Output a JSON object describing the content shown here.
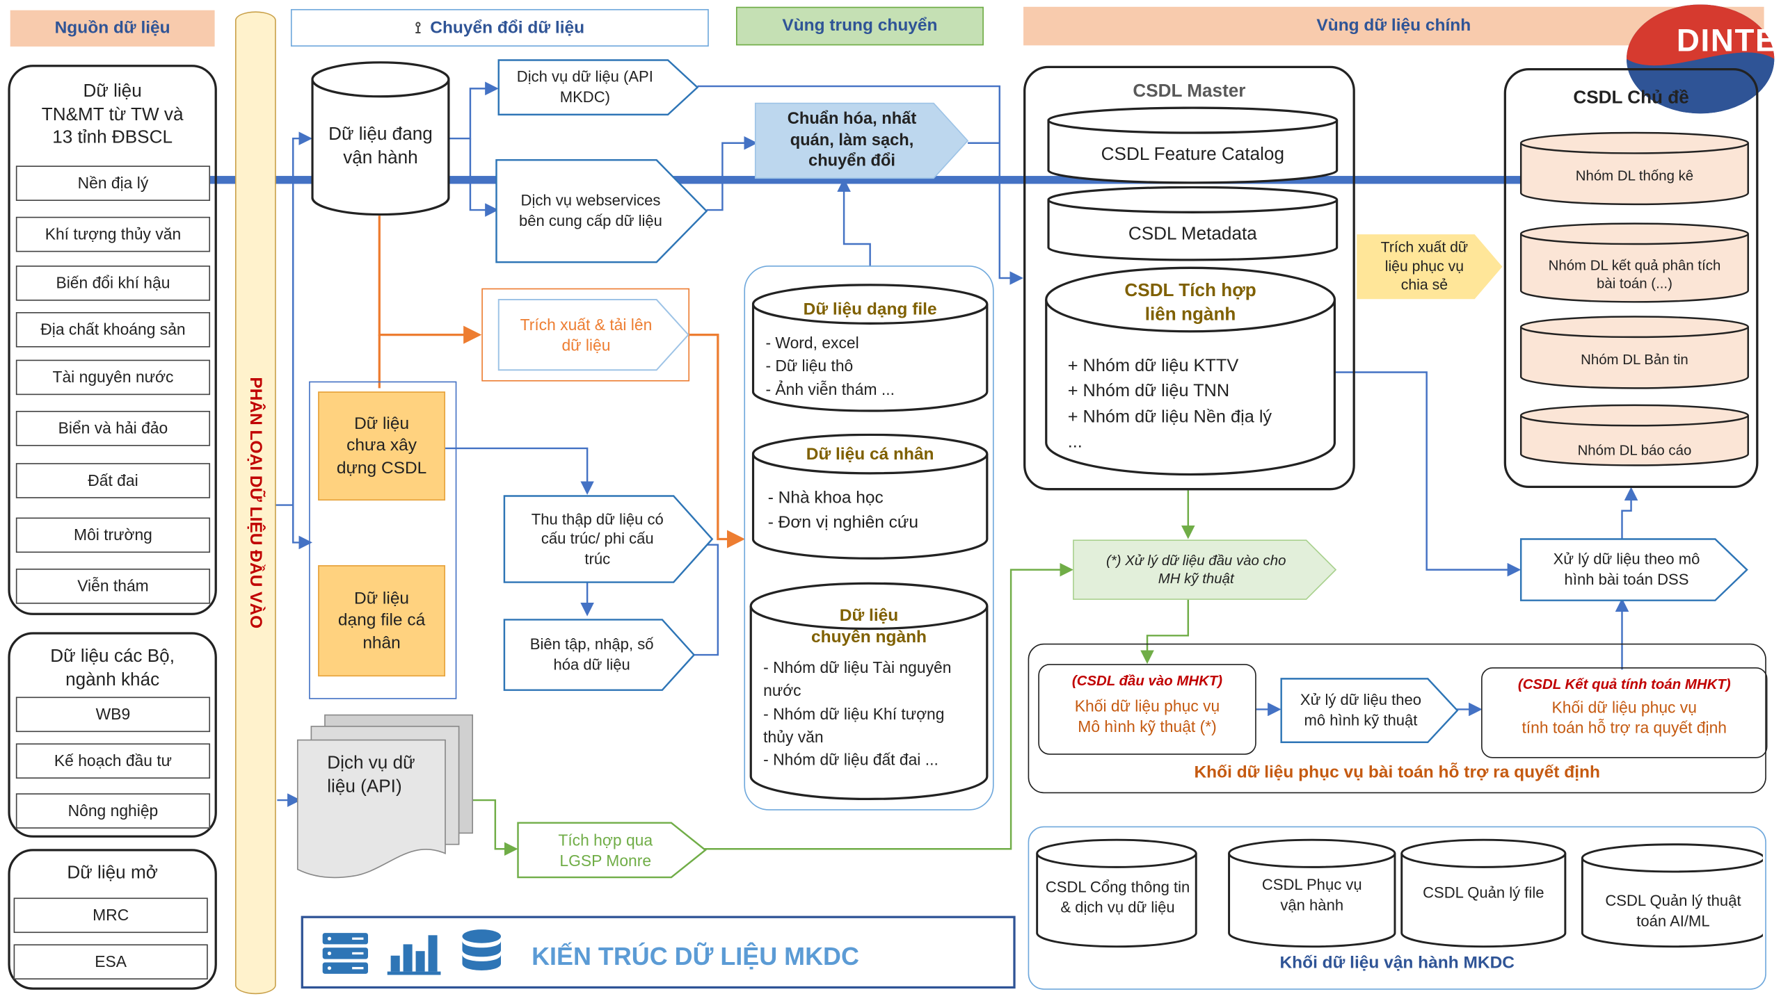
{
  "colors": {
    "blue": "#4472c4",
    "orange": "#ed7d31",
    "green": "#70ad47",
    "tan": "#f8cbad",
    "yellow": "#ffd27f",
    "navy": "#2f5496",
    "red": "#c00000",
    "light_blue": "#bdd7ee",
    "pale_yellow": "#ffe699"
  },
  "headers": {
    "source": "Nguồn dữ liệu",
    "convert": "Chuyển đổi dữ liệu",
    "staging": "Vùng trung chuyển",
    "main": "Vùng dữ liệu chính"
  },
  "logo": {
    "text": "DINTE"
  },
  "vertical_label": "PHÂN LOẠI DỮ LIỆU ĐẦU VÀO",
  "source": {
    "group1": {
      "title": "Dữ liệu\nTN&MT từ TW và\n13 tỉnh ĐBSCL",
      "items": [
        "Nền địa lý",
        "Khí tượng thủy văn",
        "Biến đổi khí hậu",
        "Địa chất khoáng sản",
        "Tài nguyên nước",
        "Biển và hải đảo",
        "Đất đai",
        "Môi trường",
        "Viễn thám"
      ]
    },
    "group2": {
      "title": "Dữ liệu các Bộ,\nngành khác",
      "items": [
        "WB9",
        "Kế hoạch đầu tư",
        "Nông nghiệp"
      ]
    },
    "group3": {
      "title": "Dữ liệu mở",
      "items": [
        "MRC",
        "ESA"
      ]
    }
  },
  "convert": {
    "operational_db": "Dữ liệu đang\nvận hành",
    "api_service": "Dịch vụ dữ liệu (API\nMKDC)",
    "webservice": "Dịch vụ webservices\nbên cung cấp dữ liệu",
    "extract_upload": "Trích xuất & tải lên\ndữ liệu",
    "not_built": "Dữ liệu\nchưa xây\ndựng CSDL",
    "personal_file": "Dữ liệu\ndạng file cá\nnhân",
    "collect": "Thu thập dữ liệu có\ncấu trúc/ phi cấu\ntrúc",
    "edit": "Biên tập, nhập, số\nhóa dữ liệu",
    "api_docs": "Dịch vụ dữ\nliệu (API)",
    "lgsp": "Tích hợp qua\nLGSP Monre"
  },
  "staging": {
    "standardize": "Chuẩn hóa, nhất\nquán, làm sạch,\nchuyển đổi",
    "file_db": {
      "title": "Dữ liệu dạng file",
      "lines": "- Word, excel\n- Dữ liệu thô\n- Ảnh viễn thám ..."
    },
    "personal_db": {
      "title": "Dữ liệu cá nhân",
      "lines": "- Nhà khoa học\n- Đơn vị nghiên cứu"
    },
    "specialized_db": {
      "title": "Dữ liệu\nchuyên ngành",
      "lines": "- Nhóm dữ liệu Tài nguyên\nnước\n- Nhóm dữ liệu Khí tượng\nthủy văn\n- Nhóm dữ liệu đất đai ..."
    }
  },
  "main": {
    "master": {
      "title": "CSDL Master",
      "feature": "CSDL Feature Catalog",
      "metadata": "CSDL Metadata",
      "integrated_title": "CSDL Tích hợp\nliên ngành",
      "integrated_lines": "+ Nhóm dữ liệu KTTV\n+ Nhóm dữ liệu TNN\n+ Nhóm dữ liệu Nền địa lý\n..."
    },
    "extract_share": "Trích xuất dữ\nliệu phục vụ\nchia sẻ",
    "topic": {
      "title": "CSDL Chủ đề",
      "items": [
        "Nhóm DL thống kê",
        "Nhóm DL kết quả phân tích\nbài toán (...)",
        "Nhóm DL Bản tin",
        "Nhóm DL báo cáo"
      ]
    },
    "preprocess": "(*) Xử lý dữ liệu đầu vào cho\nMH kỹ thuật",
    "dss_process": "Xử lý dữ liệu theo mô\nhình bài toán DSS",
    "decision_block": {
      "input_title": "(CSDL đầu vào MHKT)",
      "input_text": "Khối dữ liệu phục vụ\nMô hình kỹ thuật (*)",
      "process": "Xử lý dữ liệu theo\nmô hình kỹ thuật",
      "result_title": "(CSDL Kết quả tính toán MHKT)",
      "result_text": "Khối dữ liệu phục vụ\ntính toán hỗ trợ ra quyết định",
      "caption": "Khối dữ liệu phục vụ bài toán hỗ trợ ra quyết định"
    },
    "operation_block": {
      "items": [
        "CSDL Cổng thông tin\n& dịch vụ dữ liệu",
        "CSDL Phục vụ\nvận hành",
        "CSDL Quản lý file",
        "CSDL Quản lý thuật\ntoán AI/ML"
      ],
      "caption": "Khối dữ liệu vận hành MKDC"
    }
  },
  "footer": {
    "title": "KIẾN TRÚC DỮ LIỆU MKDC",
    "icons": [
      "server-stack-icon",
      "bar-chart-icon",
      "database-icon"
    ]
  }
}
